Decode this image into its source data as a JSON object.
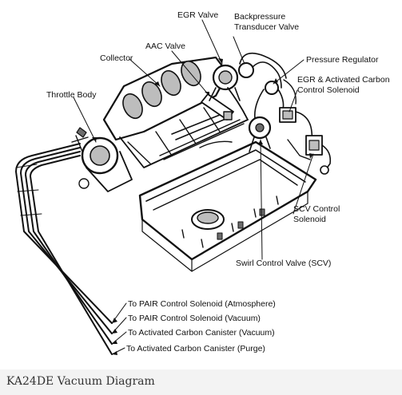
{
  "labels": {
    "egr_valve": "EGR Valve",
    "backpressure_1": "Backpressure",
    "backpressure_2": "Transducer Valve",
    "aac_valve": "AAC Valve",
    "collector": "Collector",
    "pressure_regulator": "Pressure Regulator",
    "throttle_body": "Throttle Body",
    "egr_carbon_1": "EGR & Activated Carbon",
    "egr_carbon_2": "Control Solenoid",
    "scv_control_1": "SCV Control",
    "scv_control_2": "Solenoid",
    "swirl_valve": "Swirl Control Valve (SCV)",
    "pair_atmosphere": "To PAIR Control Solenoid (Atmosphere)",
    "pair_vacuum": "To PAIR Control Solenoid (Vacuum)",
    "canister_vacuum": "To Activated Carbon Canister (Vacuum)",
    "canister_purge": "To Activated Carbon Canister (Purge)"
  },
  "caption": "KA24DE Vacuum Diagram"
}
